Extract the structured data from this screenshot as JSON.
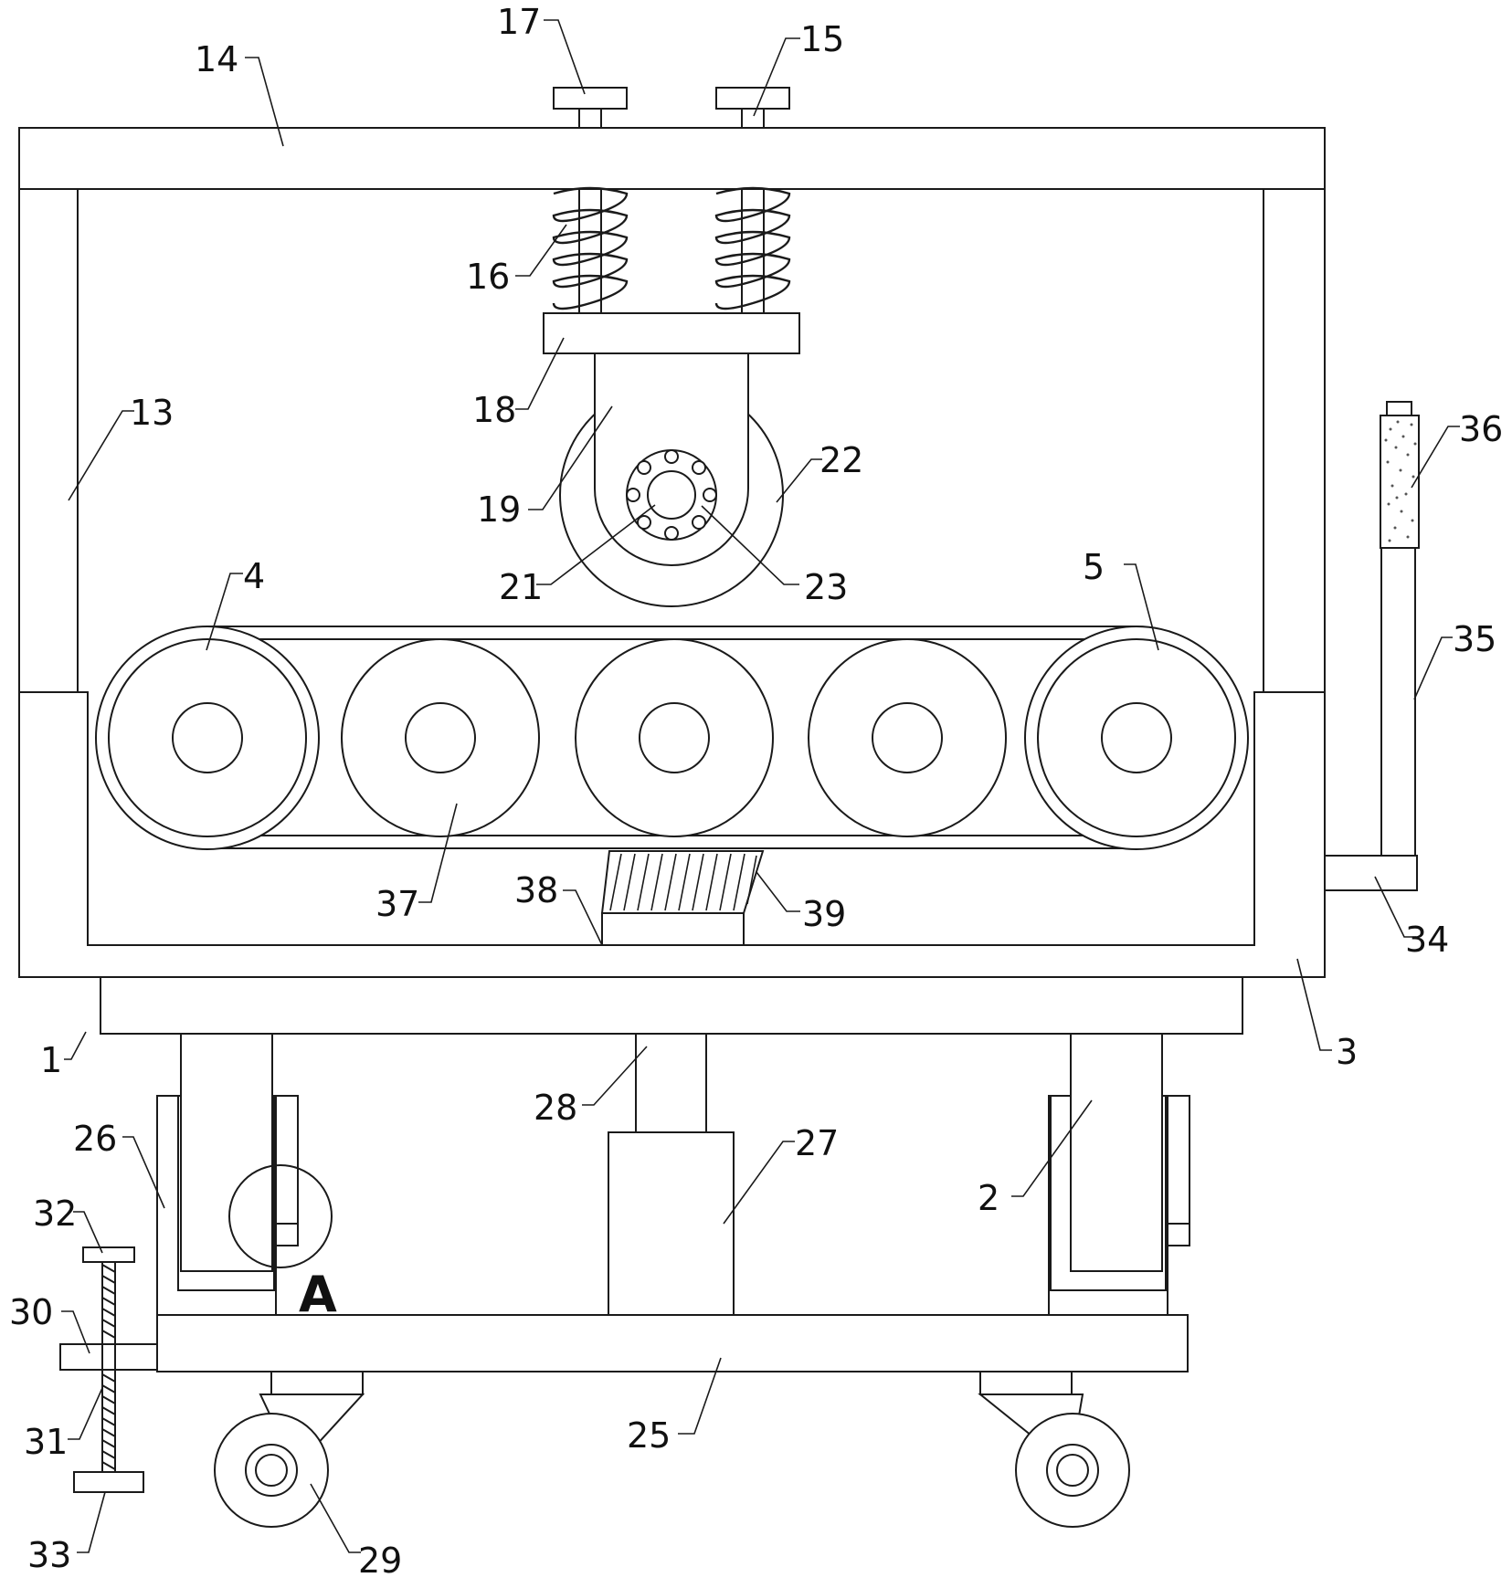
{
  "callouts": {
    "c1": "1",
    "c2": "2",
    "c3": "3",
    "c4": "4",
    "c5": "5",
    "c13": "13",
    "c14": "14",
    "c15": "15",
    "c16": "16",
    "c17": "17",
    "c18": "18",
    "c19": "19",
    "c21": "21",
    "c22": "22",
    "c23": "23",
    "c25": "25",
    "c26": "26",
    "c27": "27",
    "c28": "28",
    "c29": "29",
    "c30": "30",
    "c31": "31",
    "c32": "32",
    "c33": "33",
    "c34": "34",
    "c35": "35",
    "c36": "36",
    "c37": "37",
    "c38": "38",
    "c39": "39"
  },
  "detail_marker": "A",
  "colors": {
    "stroke": "#1a1a1a",
    "background": "#ffffff"
  }
}
